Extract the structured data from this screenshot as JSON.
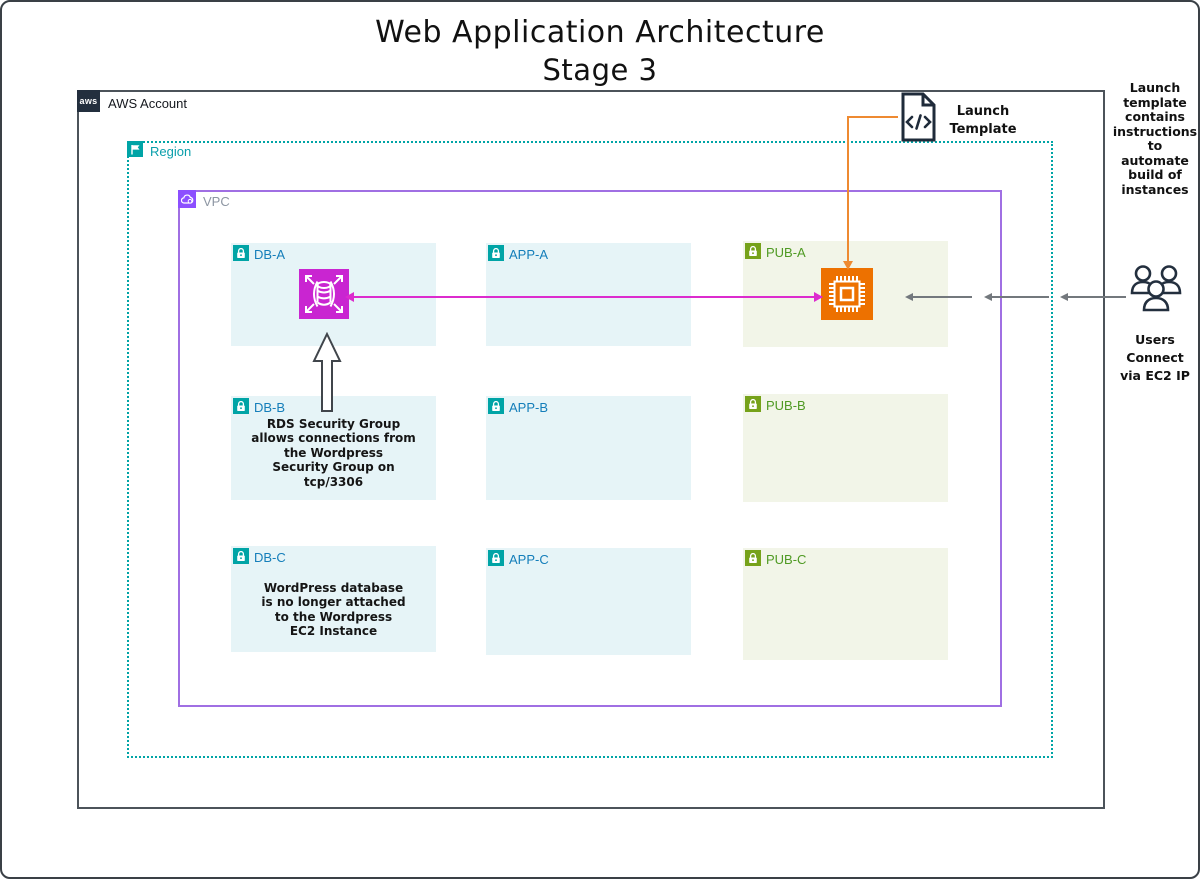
{
  "title": {
    "line1": "Web Application Architecture",
    "line2": "Stage 3"
  },
  "account": {
    "logo_text": "aws",
    "label": "AWS Account"
  },
  "region": {
    "label": "Region"
  },
  "vpc": {
    "label": "VPC"
  },
  "subnets": {
    "db_a": {
      "label": "DB-A"
    },
    "app_a": {
      "label": "APP-A"
    },
    "pub_a": {
      "label": "PUB-A"
    },
    "db_b": {
      "label": "DB-B",
      "note": "RDS Security Group\nallows connections from\nthe Wordpress\nSecurity Group on\ntcp/3306"
    },
    "app_b": {
      "label": "APP-B"
    },
    "pub_b": {
      "label": "PUB-B"
    },
    "db_c": {
      "label": "DB-C",
      "note": "WordPress database\nis no longer attached\nto the Wordpress\nEC2 Instance"
    },
    "app_c": {
      "label": "APP-C"
    },
    "pub_c": {
      "label": "PUB-C"
    }
  },
  "launch_template": {
    "label": "Launch\nTemplate"
  },
  "annotations": {
    "launch_template_note": "Launch\ntemplate\ncontains\ninstructions\nto\nautomate\nbuild of\ninstances",
    "users_note": "Users\nConnect\nvia EC2 IP"
  },
  "icons": {
    "rds": "aurora-rds-database-icon",
    "ec2": "ec2-instance-icon",
    "launch_template": "launch-template-document-icon",
    "users": "users-icon",
    "region": "flag-icon",
    "vpc": "cloud-icon",
    "private_subnet": "lock-icon",
    "public_subnet": "lock-icon"
  },
  "colors": {
    "rds_icon": "#C925D1",
    "ec2_icon": "#ED7100",
    "private_subnet_bg": "#E6F4F7",
    "public_subnet_bg": "#F2F5E8",
    "private_label": "#147EBA",
    "public_label": "#4F9A23",
    "region_teal": "#00A4A6",
    "vpc_purple": "#A06FE3",
    "magenta_arrow": "#DC2BCE",
    "orange_arrow": "#EE8A31",
    "gray_arrow": "#73787D",
    "dark_navy": "#232F3E"
  }
}
